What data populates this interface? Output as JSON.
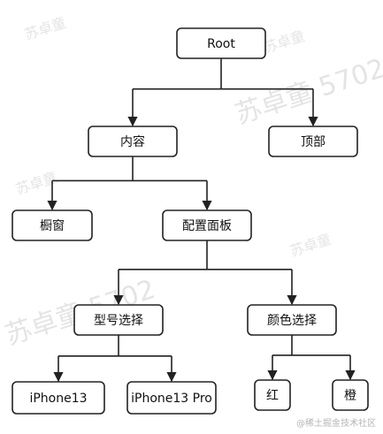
{
  "diagram": {
    "nodes": [
      {
        "id": "root",
        "label": "Root"
      },
      {
        "id": "content",
        "label": "内容"
      },
      {
        "id": "top",
        "label": "顶部"
      },
      {
        "id": "showcase",
        "label": "橱窗"
      },
      {
        "id": "config",
        "label": "配置面板"
      },
      {
        "id": "model",
        "label": "型号选择"
      },
      {
        "id": "color",
        "label": "颜色选择"
      },
      {
        "id": "iphone13",
        "label": "iPhone13"
      },
      {
        "id": "iphone13pro",
        "label": "iPhone13 Pro"
      },
      {
        "id": "red",
        "label": "红"
      },
      {
        "id": "orange",
        "label": "橙"
      }
    ],
    "edges": [
      {
        "from": "root",
        "to": "content"
      },
      {
        "from": "root",
        "to": "top"
      },
      {
        "from": "content",
        "to": "showcase"
      },
      {
        "from": "content",
        "to": "config"
      },
      {
        "from": "config",
        "to": "model"
      },
      {
        "from": "config",
        "to": "color"
      },
      {
        "from": "model",
        "to": "iphone13"
      },
      {
        "from": "model",
        "to": "iphone13pro"
      },
      {
        "from": "color",
        "to": "red"
      },
      {
        "from": "color",
        "to": "orange"
      }
    ]
  },
  "watermark": {
    "main": "苏卓童 5702",
    "repeat": "苏卓童"
  },
  "credit": "@稀土掘金技术社区"
}
